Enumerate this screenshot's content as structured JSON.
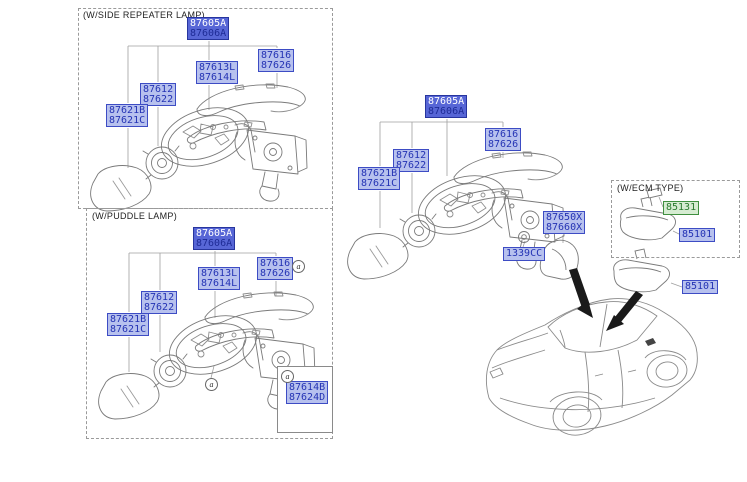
{
  "sections": {
    "side_repeater": {
      "title": "(W/SIDE REPEATER LAMP)"
    },
    "puddle": {
      "title": "(W/PUDDLE LAMP)"
    },
    "ecm": {
      "title": "(W/ECM TYPE)"
    }
  },
  "marker": {
    "a": "a"
  },
  "colors": {
    "label_bg": "#b7c1ee",
    "label_border": "#3d4cc4",
    "label_text": "#2433b4",
    "highlight_bg": "#5766d6",
    "highlight_text": "#ffffff",
    "green_label_text": "#2a7a2e",
    "line_art": "#7a7a7a"
  },
  "labels": {
    "sr_assy": {
      "l1": "87605A",
      "l2": "87606A"
    },
    "sr_holder": {
      "l1": "87613L",
      "l2": "87614L"
    },
    "sr_scalp": {
      "l1": "87616",
      "l2": "87626"
    },
    "sr_actuator": {
      "l1": "87612",
      "l2": "87622"
    },
    "sr_glass": {
      "l1": "87621B",
      "l2": "87621C"
    },
    "pd_assy": {
      "l1": "87605A",
      "l2": "87606A"
    },
    "pd_holder": {
      "l1": "87613L",
      "l2": "87614L"
    },
    "pd_scalp": {
      "l1": "87616",
      "l2": "87626"
    },
    "pd_actuator": {
      "l1": "87612",
      "l2": "87622"
    },
    "pd_glass": {
      "l1": "87621B",
      "l2": "87621C"
    },
    "pd_puddle_lamp": {
      "l1": "87614B",
      "l2": "87624D"
    },
    "ct_assy": {
      "l1": "87605A",
      "l2": "87606A"
    },
    "ct_scalp": {
      "l1": "87616",
      "l2": "87626"
    },
    "ct_actuator": {
      "l1": "87612",
      "l2": "87622"
    },
    "ct_glass": {
      "l1": "87621B",
      "l2": "87621C"
    },
    "ct_base_cover": {
      "l1": "87650X",
      "l2": "87660X"
    },
    "ct_screw": {
      "l1": "1339CC"
    },
    "ecm_module": {
      "l1": "85131"
    },
    "ecm_mirror": {
      "l1": "85101"
    },
    "inside_mirror": {
      "l1": "85101"
    }
  }
}
